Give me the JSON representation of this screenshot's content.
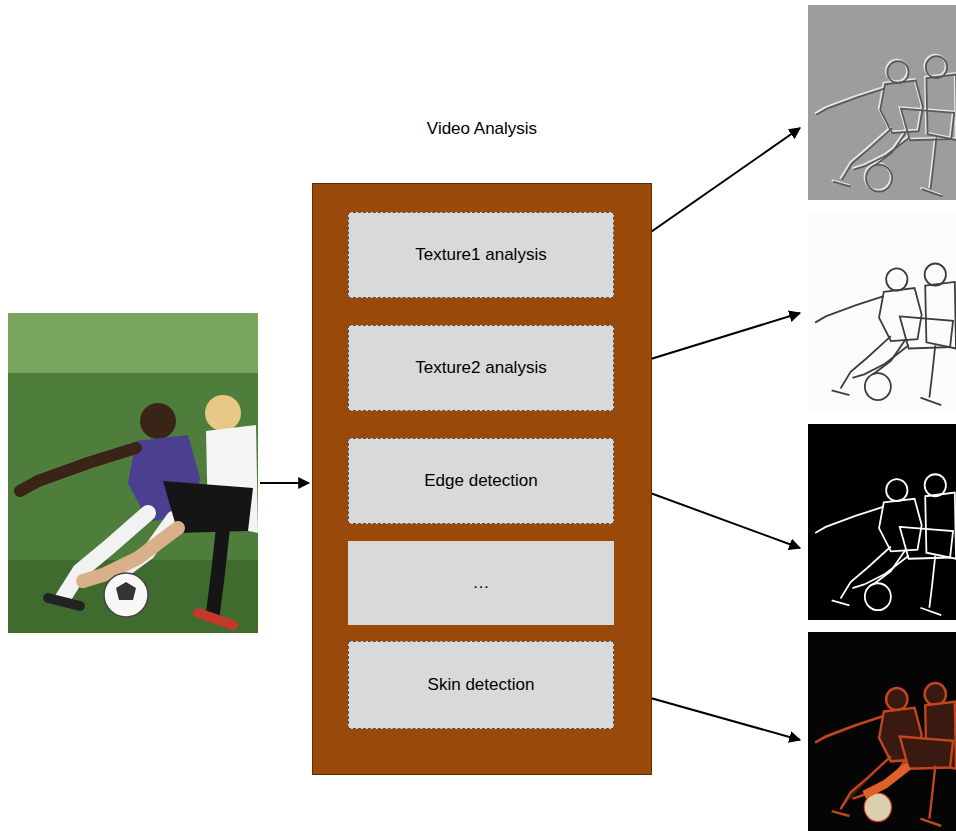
{
  "diagram": {
    "nodes": [
      {
        "text": [
          "Video Analysis"
        ]
      },
      {
        "text": [
          "Texture1 analysis"
        ],
        "in": 0
      },
      {
        "text": [
          "Texture2 analysis"
        ],
        "in": 0
      },
      {
        "text": [
          "Edge detection"
        ],
        "in": 0
      },
      {
        "text": [
          "…"
        ],
        "in": 0
      },
      {
        "text": [
          "Skin detection"
        ],
        "in": 0
      }
    ]
  }
}
